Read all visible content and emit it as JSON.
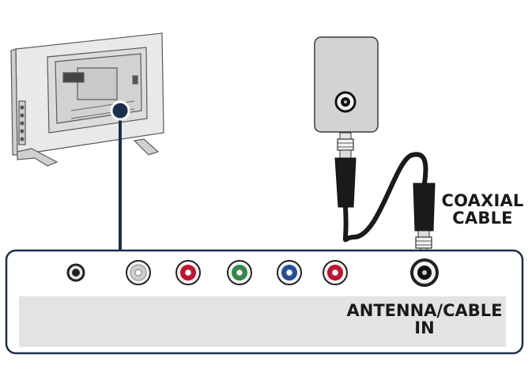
{
  "labels": {
    "coaxial_cable_line1": "COAXIAL",
    "coaxial_cable_line2": "CABLE",
    "antenna_line1": "ANTENNA/CABLE",
    "antenna_line2": "IN"
  },
  "colors": {
    "outline": "#1b2f4e",
    "panel_fill": "#ffffff",
    "panel_strip": "#e3e3e3",
    "tv_body": "#e6e6e6",
    "wall_plate": "#d3d3d3",
    "jack_red": "#c8102e",
    "jack_green": "#2e8b46",
    "jack_blue": "#1f4e9c",
    "jack_white": "#cfcfcf",
    "cable": "#1a1a1a"
  },
  "jacks": [
    {
      "name": "audio-out-jack",
      "color": "#2b2b2b",
      "kind": "mini"
    },
    {
      "name": "audio-l-jack",
      "color": "#cfcfcf",
      "kind": "rca"
    },
    {
      "name": "audio-r-jack",
      "color": "#c8102e",
      "kind": "rca"
    },
    {
      "name": "component-y-jack",
      "color": "#2e8b46",
      "kind": "rca"
    },
    {
      "name": "component-pb-jack",
      "color": "#1f4e9c",
      "kind": "rca"
    },
    {
      "name": "component-pr-jack",
      "color": "#c8102e",
      "kind": "rca"
    },
    {
      "name": "antenna-cable-in-jack",
      "color": "#ffffff",
      "kind": "coax"
    }
  ]
}
